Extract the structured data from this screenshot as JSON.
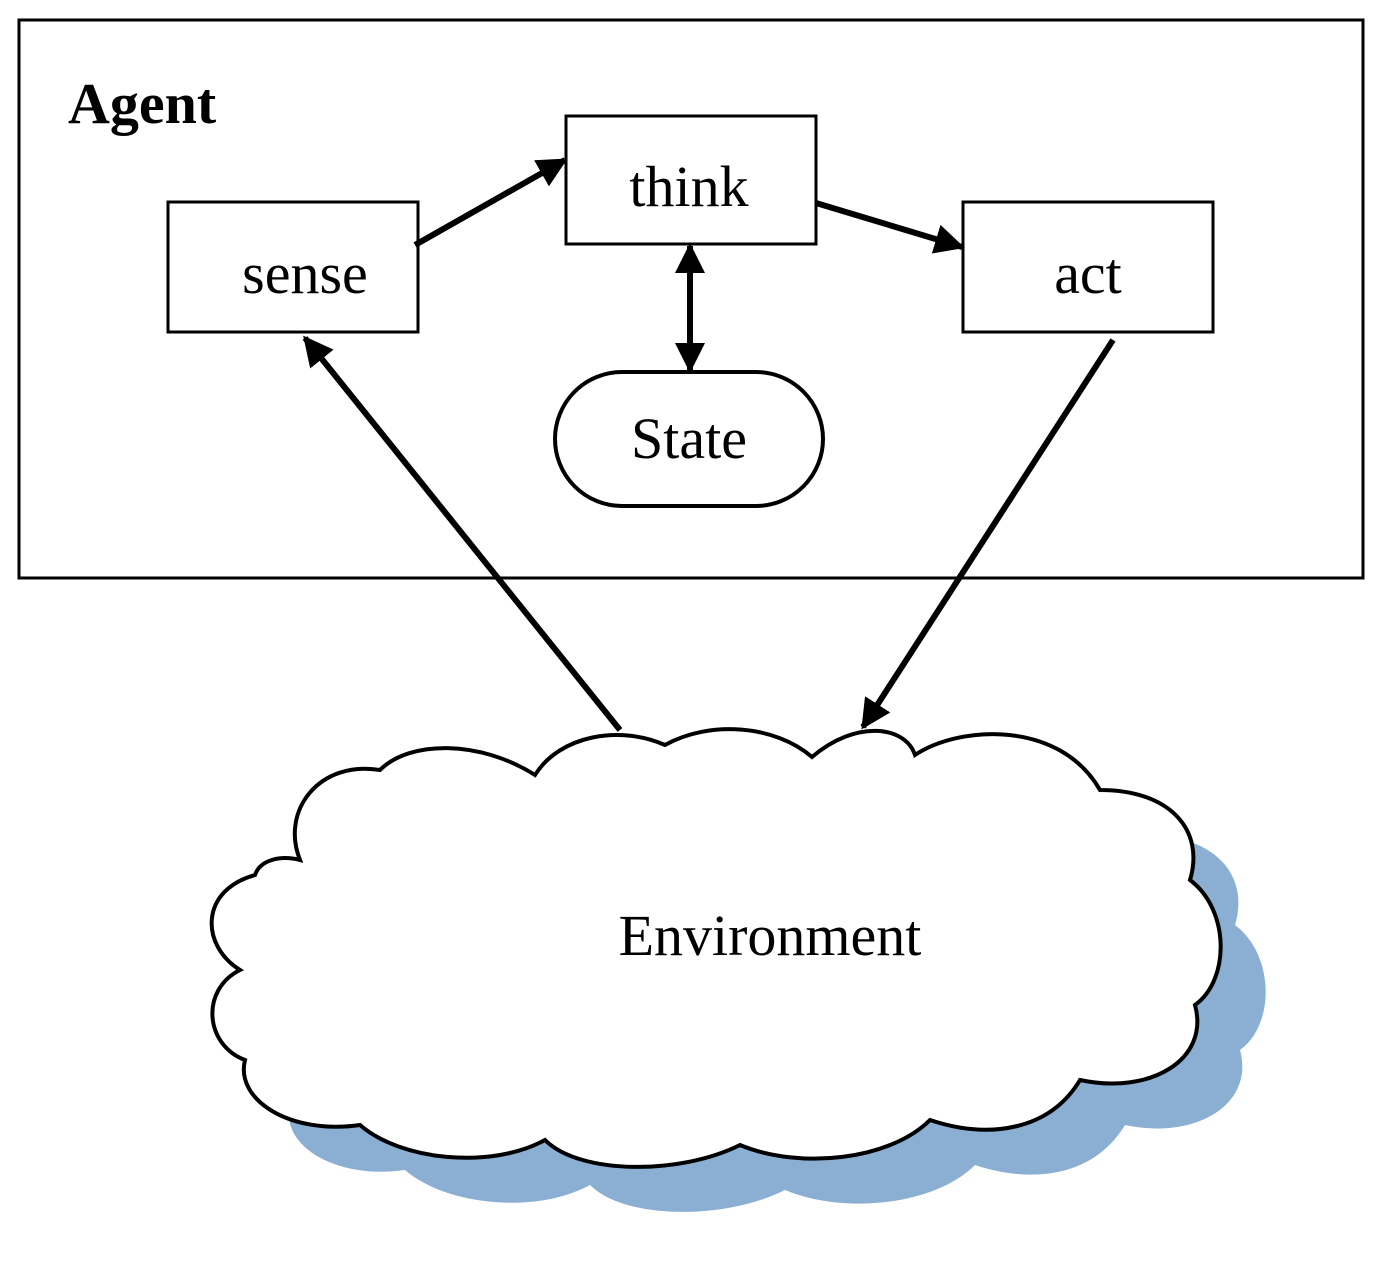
{
  "agent": {
    "title": "Agent"
  },
  "nodes": {
    "sense": "sense",
    "think": "think",
    "act": "act",
    "state": "State"
  },
  "environment": {
    "label": "Environment"
  },
  "colors": {
    "stroke": "#000000",
    "cloud_fill": "#ffffff",
    "cloud_shadow": "#8aafd3"
  }
}
